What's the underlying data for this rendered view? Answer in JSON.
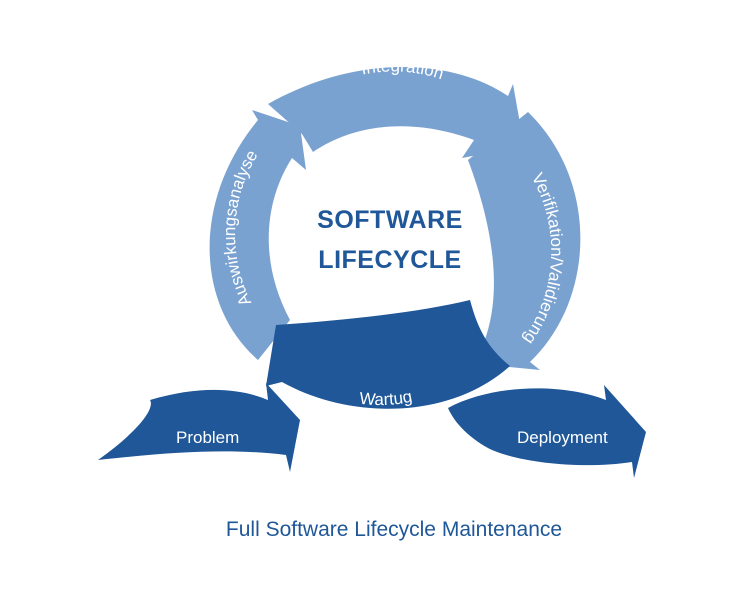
{
  "diagram": {
    "center": {
      "line1": "SOFTWARE",
      "line2": "LIFECYCLE"
    },
    "cycle": {
      "integration": "Integration",
      "verification": "Verifikation/Validierung",
      "maintenance": "Wartug",
      "impact_analysis": "Auswirkungsanalyse"
    },
    "input": "Problem",
    "output": "Deployment",
    "caption": "Full Software Lifecycle Maintenance",
    "colors": {
      "light_blue": "#7aa2d0",
      "dark_blue": "#1f5798",
      "text_blue": "#1f5798"
    }
  }
}
